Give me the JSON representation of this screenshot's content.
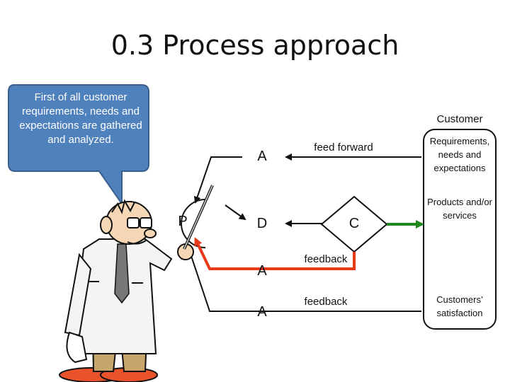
{
  "title": "0.3 Process approach",
  "bubble": {
    "text": "First of all customer requirements, needs and expectations are gathered and analyzed."
  },
  "nodes": {
    "p": "P",
    "d": "D",
    "c": "C",
    "a_top": "A",
    "a_mid": "A",
    "a_bottom": "A"
  },
  "labels": {
    "feed_forward": "feed forward",
    "feedback_1": "feedback",
    "feedback_2": "feedback"
  },
  "customer": {
    "header": "Customer",
    "items": [
      {
        "text": "Requirements, needs and expectations"
      },
      {
        "text": "Products and/or services"
      },
      {
        "text": "Customers’ satisfaction"
      }
    ]
  },
  "colors": {
    "bubble": "#4f81bd",
    "red_flow": "#e8391a",
    "green_flow": "#1e8a1e",
    "line": "#111111"
  }
}
